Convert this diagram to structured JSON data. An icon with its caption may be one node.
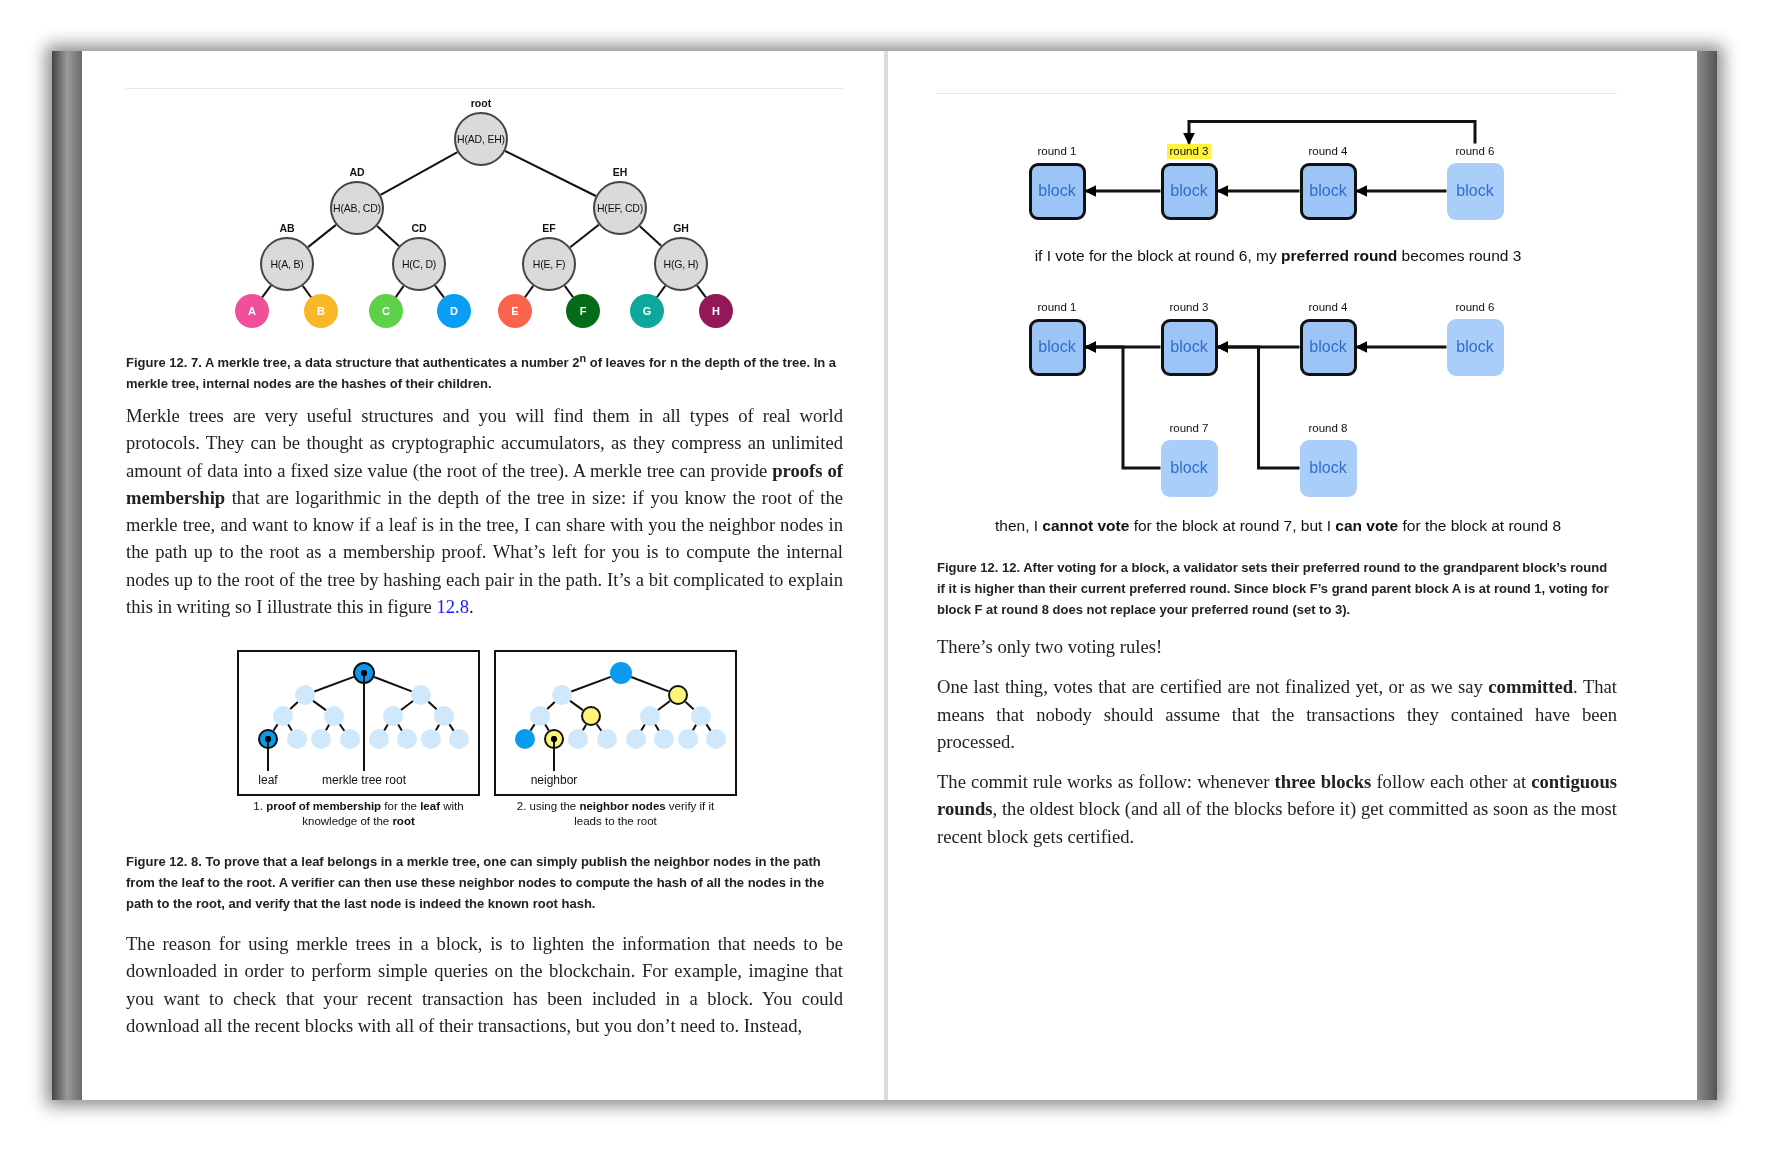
{
  "diagram": {
    "nodes": [
      {
        "text": [
          "H(AD, EH)"
        ],
        "beside": [
          "root"
        ]
      },
      {
        "text": [
          "H(AB, CD)"
        ],
        "beside": [
          "AD"
        ]
      },
      {
        "text": [
          "H(EF, CD)"
        ],
        "beside": [
          "EH"
        ]
      },
      {
        "text": [
          "H(A, B)"
        ],
        "beside": [
          "AB"
        ]
      },
      {
        "text": [
          "H(C, D)"
        ],
        "beside": [
          "CD"
        ]
      },
      {
        "text": [
          "H(E, F)"
        ],
        "beside": [
          "EF"
        ]
      },
      {
        "text": [
          "H(G, H)"
        ],
        "beside": [
          "GH"
        ]
      },
      {
        "text": [
          "A"
        ]
      },
      {
        "text": [
          "B"
        ]
      },
      {
        "text": [
          "C"
        ]
      },
      {
        "text": [
          "D"
        ]
      },
      {
        "text": [
          "E"
        ]
      },
      {
        "text": [
          "F"
        ]
      },
      {
        "text": [
          "G"
        ]
      },
      {
        "text": [
          "H"
        ]
      },
      {
        "text": [],
        "shape": "box",
        "beside": [
          "1. **proof of membership** for the **leaf** with knowledge of the **root**"
        ]
      },
      {
        "text": [],
        "shape": "circle",
        "in": 15
      },
      {
        "text": [],
        "shape": "circle",
        "in": 15
      },
      {
        "text": [],
        "shape": "circle",
        "in": 15
      },
      {
        "text": [],
        "shape": "circle",
        "in": 15
      },
      {
        "text": [],
        "shape": "circle",
        "in": 15
      },
      {
        "text": [],
        "shape": "circle",
        "in": 15
      },
      {
        "text": [],
        "shape": "circle",
        "in": 15
      },
      {
        "text": [],
        "shape": "circle",
        "in": 15
      },
      {
        "text": [],
        "shape": "circle",
        "in": 15
      },
      {
        "text": [],
        "shape": "circle",
        "in": 15
      },
      {
        "text": [],
        "shape": "circle",
        "in": 15
      },
      {
        "text": [],
        "shape": "circle",
        "in": 15
      },
      {
        "text": [],
        "shape": "circle",
        "in": 15
      },
      {
        "text": [],
        "shape": "circle",
        "in": 15
      },
      {
        "text": [],
        "shape": "circle",
        "in": 15
      },
      {
        "text": [
          "leaf"
        ],
        "in": 15
      },
      {
        "text": [
          "merkle tree root"
        ],
        "in": 15
      },
      {
        "text": [],
        "shape": "box",
        "beside": [
          "2. using the **neighbor nodes** verify if it leads to the root"
        ]
      },
      {
        "text": [],
        "shape": "circle",
        "in": 33
      },
      {
        "text": [],
        "shape": "circle",
        "in": 33
      },
      {
        "text": [],
        "shape": "circle",
        "in": 33
      },
      {
        "text": [],
        "shape": "circle",
        "in": 33
      },
      {
        "text": [],
        "shape": "circle",
        "in": 33
      },
      {
        "text": [],
        "shape": "circle",
        "in": 33
      },
      {
        "text": [],
        "shape": "circle",
        "in": 33
      },
      {
        "text": [],
        "shape": "circle",
        "in": 33
      },
      {
        "text": [],
        "shape": "circle",
        "in": 33
      },
      {
        "text": [],
        "shape": "circle",
        "in": 33
      },
      {
        "text": [],
        "shape": "circle",
        "in": 33
      },
      {
        "text": [],
        "shape": "circle",
        "in": 33
      },
      {
        "text": [],
        "shape": "circle",
        "in": 33
      },
      {
        "text": [],
        "shape": "circle",
        "in": 33
      },
      {
        "text": [],
        "shape": "circle",
        "in": 33
      },
      {
        "text": [
          "neighbor"
        ],
        "in": 33
      },
      {
        "text": [
          "block"
        ],
        "beside": [
          "round 1"
        ]
      },
      {
        "text": [
          "block"
        ],
        "beside": [
          "round 3"
        ]
      },
      {
        "text": [
          "block"
        ],
        "beside": [
          "round 4"
        ]
      },
      {
        "text": [
          "block"
        ],
        "beside": [
          "round 6"
        ]
      },
      {
        "text": [
          "block"
        ],
        "beside": [
          "round 1"
        ]
      },
      {
        "text": [
          "block"
        ],
        "beside": [
          "round 3"
        ]
      },
      {
        "text": [
          "block"
        ],
        "beside": [
          "round 4"
        ]
      },
      {
        "text": [
          "block"
        ],
        "beside": [
          "round 6"
        ]
      },
      {
        "text": [
          "block"
        ],
        "beside": [
          "round 7"
        ]
      },
      {
        "text": [
          "block"
        ],
        "beside": [
          "round 8"
        ]
      }
    ],
    "edges": [
      {
        "from": 0,
        "to": 1,
        "arrow": "none"
      },
      {
        "from": 0,
        "to": 2,
        "arrow": "none"
      },
      {
        "from": 1,
        "to": 3,
        "arrow": "none"
      },
      {
        "from": 1,
        "to": 4,
        "arrow": "none"
      },
      {
        "from": 2,
        "to": 5,
        "arrow": "none"
      },
      {
        "from": 2,
        "to": 6,
        "arrow": "none"
      },
      {
        "from": 3,
        "to": 7,
        "arrow": "none"
      },
      {
        "from": 3,
        "to": 8,
        "arrow": "none"
      },
      {
        "from": 4,
        "to": 9,
        "arrow": "none"
      },
      {
        "from": 4,
        "to": 10,
        "arrow": "none"
      },
      {
        "from": 5,
        "to": 11,
        "arrow": "none"
      },
      {
        "from": 5,
        "to": 12,
        "arrow": "none"
      },
      {
        "from": 6,
        "to": 13,
        "arrow": "none"
      },
      {
        "from": 6,
        "to": 14,
        "arrow": "none"
      },
      {
        "from": 16,
        "to": 17,
        "arrow": "none"
      },
      {
        "from": 16,
        "to": 18,
        "arrow": "none"
      },
      {
        "from": 17,
        "to": 19,
        "arrow": "none"
      },
      {
        "from": 17,
        "to": 20,
        "arrow": "none"
      },
      {
        "from": 18,
        "to": 21,
        "arrow": "none"
      },
      {
        "from": 18,
        "to": 22,
        "arrow": "none"
      },
      {
        "from": 19,
        "to": 23,
        "arrow": "none"
      },
      {
        "from": 19,
        "to": 24,
        "arrow": "none"
      },
      {
        "from": 20,
        "to": 25,
        "arrow": "none"
      },
      {
        "from": 20,
        "to": 26,
        "arrow": "none"
      },
      {
        "from": 21,
        "to": 27,
        "arrow": "none"
      },
      {
        "from": 21,
        "to": 28,
        "arrow": "none"
      },
      {
        "from": 22,
        "to": 29,
        "arrow": "none"
      },
      {
        "from": 22,
        "to": 30,
        "arrow": "none"
      },
      {
        "from": 31,
        "to": 23,
        "arrow": "other"
      },
      {
        "from": 32,
        "to": 16,
        "arrow": "other"
      },
      {
        "from": 34,
        "to": 35,
        "arrow": "none"
      },
      {
        "from": 34,
        "to": 36,
        "arrow": "none"
      },
      {
        "from": 35,
        "to": 37,
        "arrow": "none"
      },
      {
        "from": 35,
        "to": 38,
        "arrow": "none"
      },
      {
        "from": 36,
        "to": 39,
        "arrow": "none"
      },
      {
        "from": 36,
        "to": 40,
        "arrow": "none"
      },
      {
        "from": 37,
        "to": 41,
        "arrow": "none"
      },
      {
        "from": 37,
        "to": 42,
        "arrow": "none"
      },
      {
        "from": 38,
        "to": 43,
        "arrow": "none"
      },
      {
        "from": 38,
        "to": 44,
        "arrow": "none"
      },
      {
        "from": 39,
        "to": 45,
        "arrow": "none"
      },
      {
        "from": 39,
        "to": 46,
        "arrow": "none"
      },
      {
        "from": 40,
        "to": 47,
        "arrow": "none"
      },
      {
        "from": 40,
        "to": 48,
        "arrow": "none"
      },
      {
        "from": 49,
        "to": 42,
        "arrow": "other"
      },
      {
        "from": 51,
        "to": 50,
        "arrow": "to"
      },
      {
        "from": 52,
        "to": 51,
        "arrow": "to"
      },
      {
        "from": 53,
        "to": 52,
        "arrow": "to"
      },
      {
        "from": 53,
        "to": 51,
        "arrow": "to"
      },
      {
        "from": 55,
        "to": 54,
        "arrow": "to"
      },
      {
        "from": 56,
        "to": 55,
        "arrow": "to"
      },
      {
        "from": 57,
        "to": 56,
        "arrow": "to"
      },
      {
        "from": 58,
        "to": 54,
        "arrow": "to"
      },
      {
        "from": 59,
        "to": 55,
        "arrow": "to"
      }
    ],
    "labels": [
      "Figure 12. 7. A merkle tree, a data structure that authenticates a number 2$^{n}$ of leaves for n the depth of the tree. In a merkle tree, internal nodes are the hashes of their children.",
      "Merkle trees are very useful structures and you will find them in all types of real world protocols. They can be thought as cryptographic accumulators, as they compress an unlimited amount of data into a fixed size value (the root of the tree). A merkle tree can provide **proofs of membership** that are logarithmic in the depth of the tree in size: if you know the root of the merkle tree, and want to know if a leaf is in the tree, I can share with you the neighbor nodes in the path up to the root as a membership proof. What’s left for you is to compute the internal nodes up to the root of the tree by hashing each pair in the path. It’s a bit complicated to explain this in writing so I illustrate this in figure 12.8.",
      "Figure 12. 8. To prove that a leaf belongs in a merkle tree, one can simply publish the neighbor nodes in the path from the leaf to the root. A verifier can then use these neighbor nodes to compute the hash of all the nodes in the path to the root, and verify that the last node is indeed the known root hash.",
      "The reason for using merkle trees in a block, is to lighten the information that needs to be downloaded in order to perform simple queries on the blockchain. For example, imagine that you want to check that your recent transaction has been included in a block. You could download all the recent blocks with all of their transactions, but you don’t need to. Instead,",
      "if I vote for the block at round 6, my **preferred round** becomes round 3",
      "then, I **cannot vote** for the block at round 7, but I **can vote** for the block at round 8",
      "Figure 12. 12. After voting for a block, a validator sets their preferred round to the grandparent block’s round if it is higher than their current preferred round. Since block F’s grand parent block A is at round 1, voting for block F at round 8 does not replace your preferred round (set to 3).",
      "There’s only two voting rules!",
      "One last thing, votes that are certified are not finalized yet, or as we say **committed**. That means that nobody should assume that the transactions they contained have been processed.",
      "The commit rule works as follow: whenever **three blocks** follow each other at **contiguous rounds**, the oldest block (and all of the blocks before it) get committed as soon as the most recent block gets certified."
    ]
  }
}
